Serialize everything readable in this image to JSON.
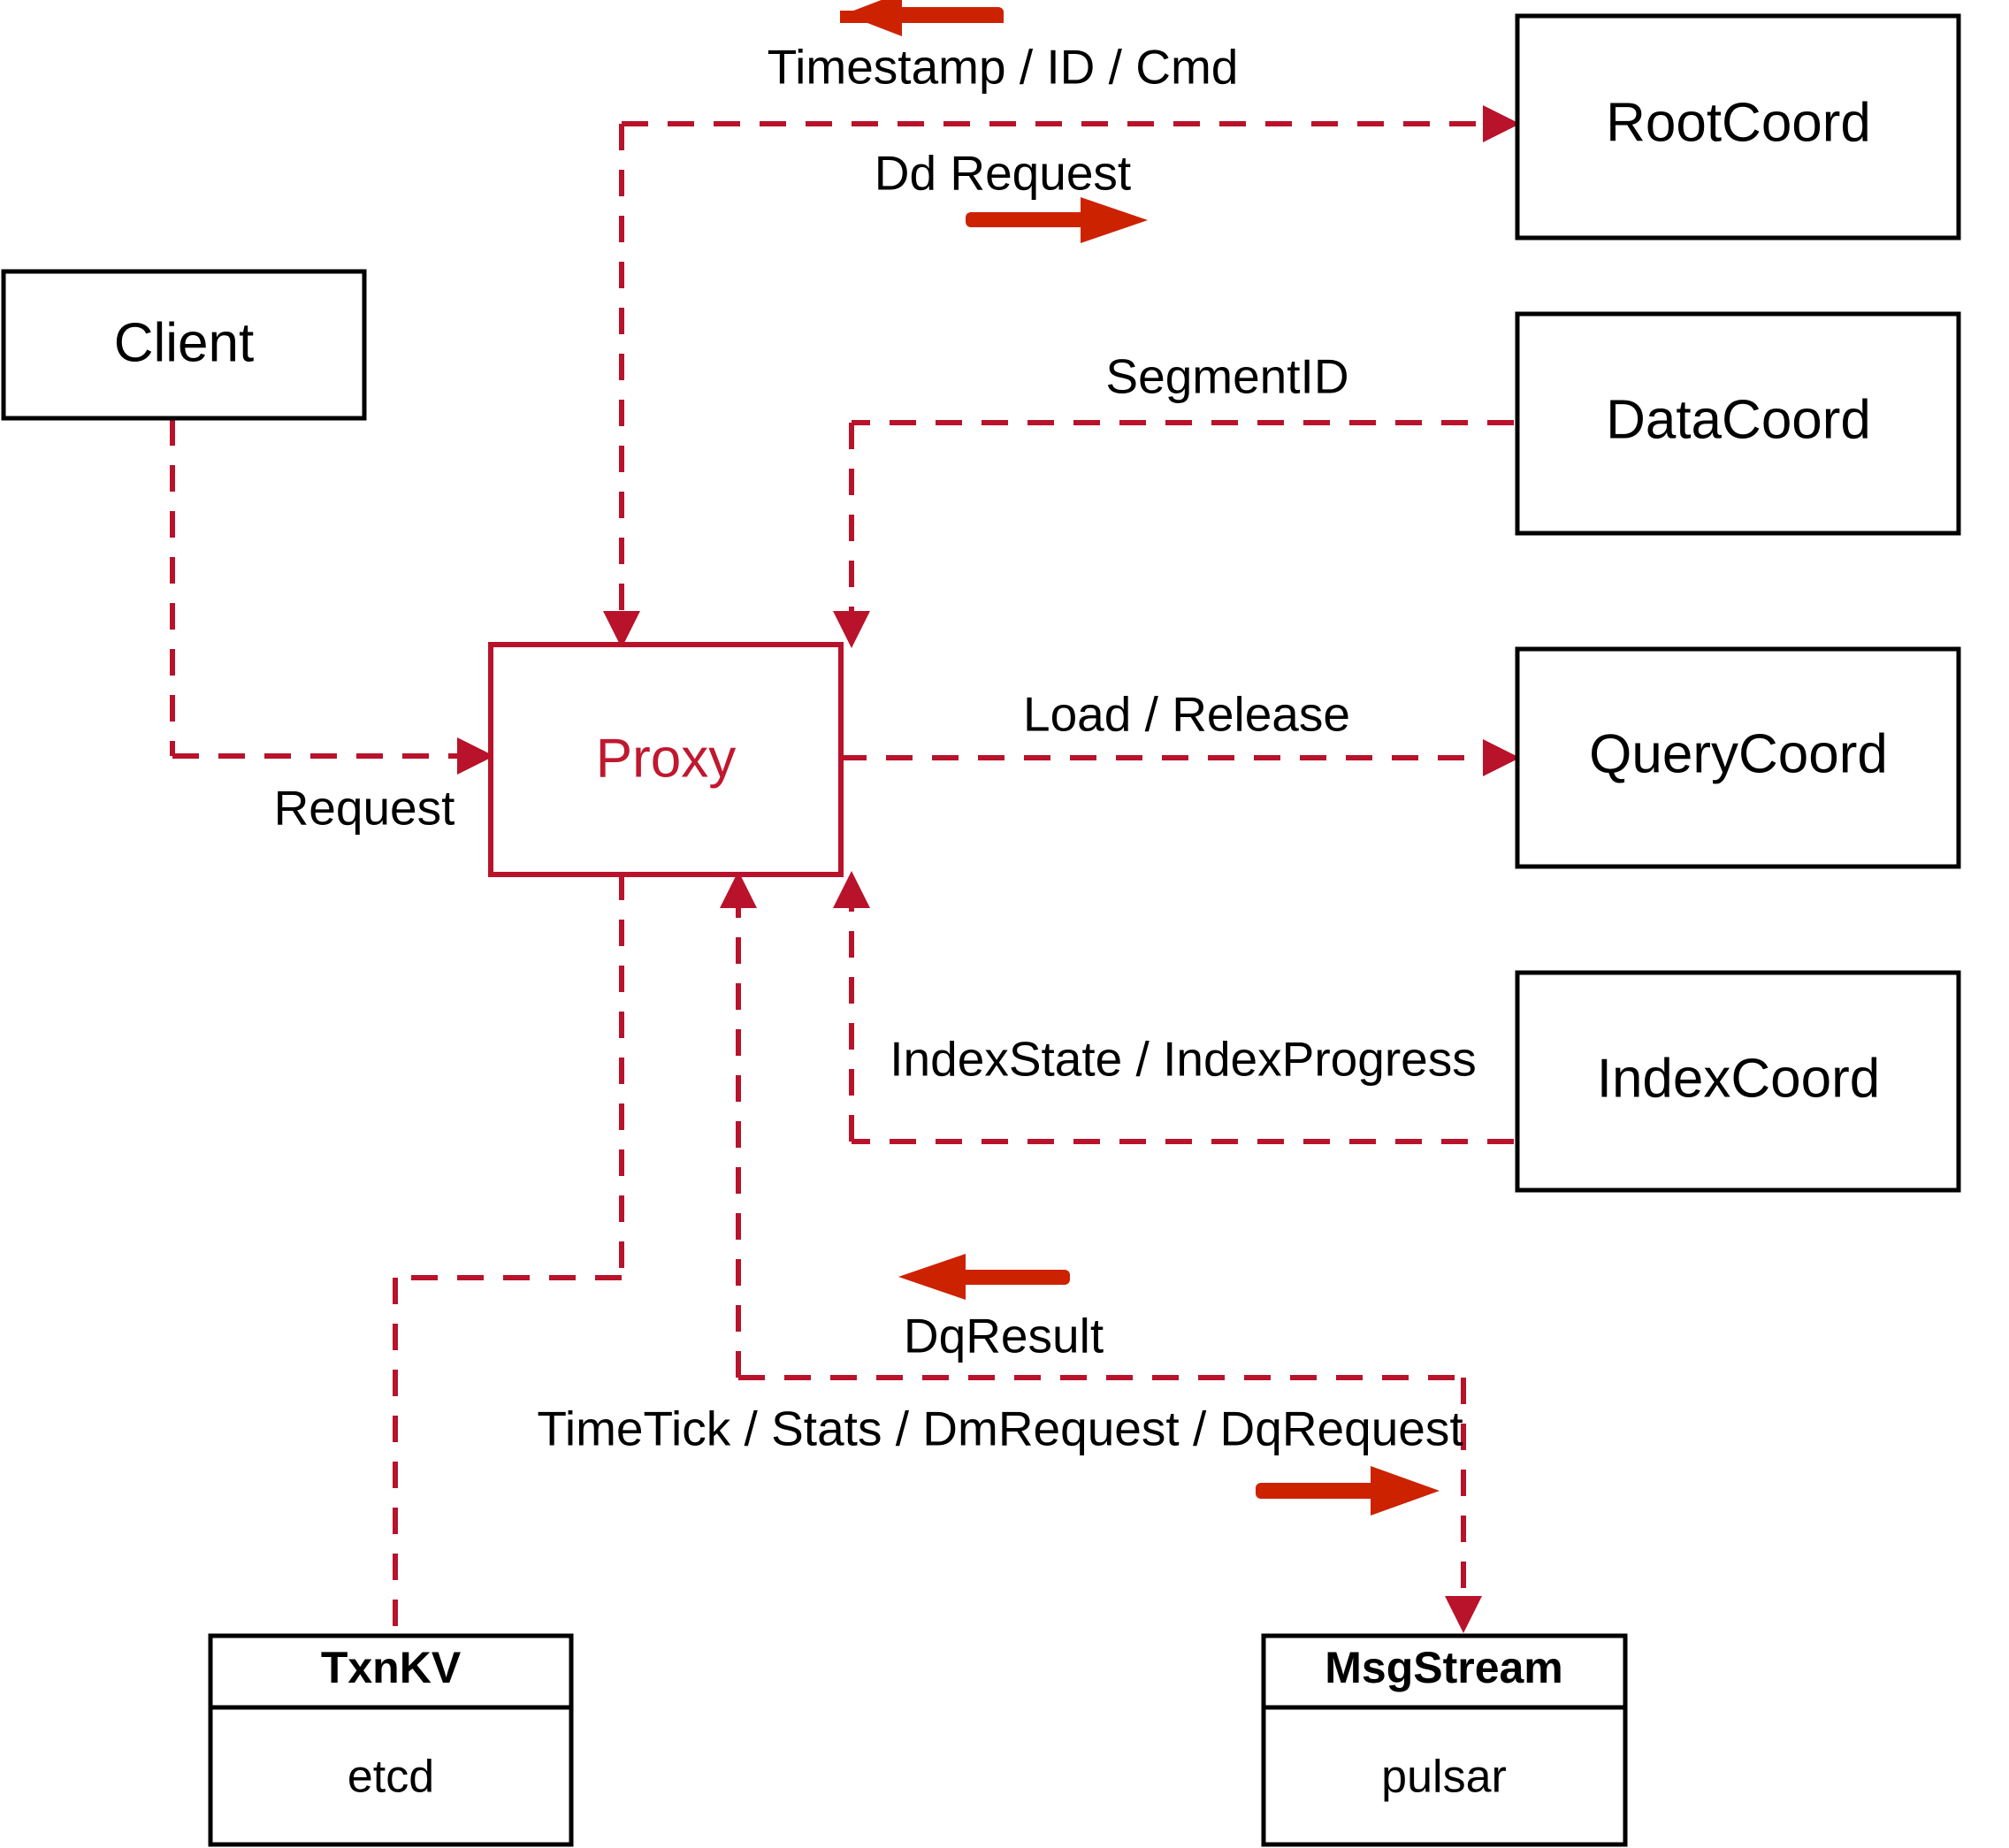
{
  "diagram": {
    "title": "Milvus Proxy interaction diagram",
    "colors": {
      "edge_red": "#b9122b",
      "proxy_red": "#c0182f",
      "flow_arrow_red": "#cc2200",
      "box_black": "#000000",
      "background": "#ffffff"
    },
    "nodes": {
      "client": {
        "label": "Client"
      },
      "proxy": {
        "label": "Proxy"
      },
      "root_coord": {
        "label": "RootCoord"
      },
      "data_coord": {
        "label": "DataCoord"
      },
      "query_coord": {
        "label": "QueryCoord"
      },
      "index_coord": {
        "label": "IndexCoord"
      },
      "txnkv": {
        "title": "TxnKV",
        "body": "etcd"
      },
      "msgstream": {
        "title": "MsgStream",
        "body": "pulsar"
      }
    },
    "edge_labels": {
      "timestamp_id_cmd": "Timestamp / ID / Cmd",
      "dd_request": "Dd Request",
      "segment_id": "SegmentID",
      "request": "Request",
      "load_release": "Load / Release",
      "index_state_progress": "IndexState / IndexProgress",
      "dq_result": "DqResult",
      "timetick_stats": "TimeTick / Stats / DmRequest / DqRequest"
    }
  }
}
